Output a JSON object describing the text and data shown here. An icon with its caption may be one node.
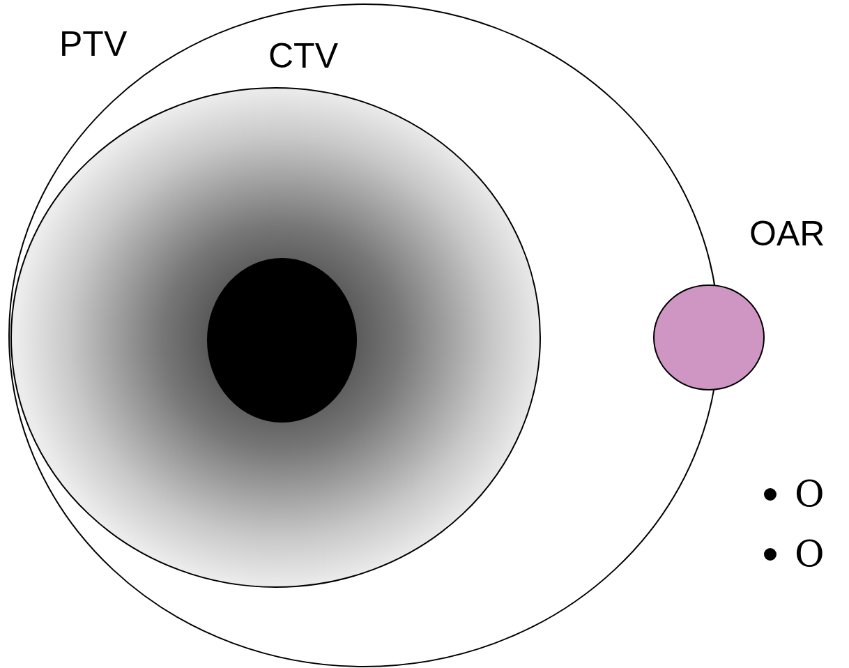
{
  "diagram": {
    "nodes": [
      {
        "text": [
          "PTV"
        ]
      },
      {
        "text": [
          "CTV"
        ],
        "in": 0
      },
      {
        "text": [],
        "shape": "circle",
        "in": 1
      },
      {
        "text": [
          "OAR"
        ]
      }
    ],
    "labels": [
      "O",
      "O"
    ]
  }
}
